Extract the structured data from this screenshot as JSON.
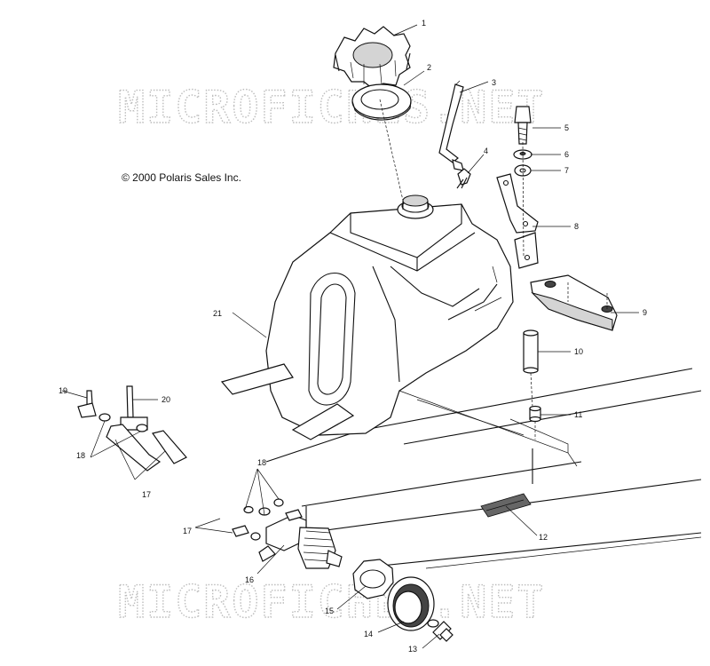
{
  "copyright": "© 2000 Polaris Sales Inc.",
  "watermark": "MICROFICHES.NET",
  "callouts": {
    "c1": "1",
    "c2": "2",
    "c3": "3",
    "c4": "4",
    "c5": "5",
    "c6": "6",
    "c7": "7",
    "c8": "8",
    "c9": "9",
    "c10": "10",
    "c11": "11",
    "c12": "12",
    "c13": "13",
    "c14": "14",
    "c15": "15",
    "c16": "16",
    "c17a": "17",
    "c17b": "17",
    "c18a": "18",
    "c18b": "18",
    "c19": "19",
    "c20": "20",
    "c21": "21"
  }
}
